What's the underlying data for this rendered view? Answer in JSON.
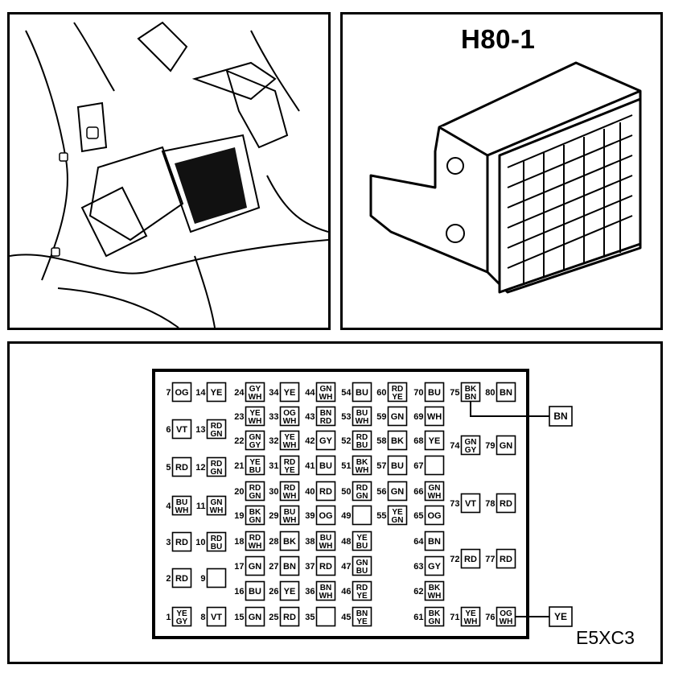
{
  "connector_title": "H80-1",
  "diagram_code": "E5XC3",
  "external_labels": {
    "top": "BN",
    "bottom": "YE"
  },
  "columns": [
    [
      {
        "pin": "7",
        "wire": [
          "OG"
        ]
      },
      {
        "pin": "6",
        "wire": [
          "VT"
        ]
      },
      {
        "pin": "5",
        "wire": [
          "RD"
        ]
      },
      {
        "pin": "4",
        "wire": [
          "BU",
          "WH"
        ]
      },
      {
        "pin": "3",
        "wire": [
          "RD"
        ]
      },
      {
        "pin": "2",
        "wire": [
          "RD"
        ]
      },
      {
        "pin": "1",
        "wire": [
          "YE",
          "GY"
        ]
      }
    ],
    [
      {
        "pin": "14",
        "wire": [
          "YE"
        ]
      },
      {
        "pin": "13",
        "wire": [
          "RD",
          "GN"
        ]
      },
      {
        "pin": "12",
        "wire": [
          "RD",
          "GN"
        ]
      },
      {
        "pin": "11",
        "wire": [
          "GN",
          "WH"
        ]
      },
      {
        "pin": "10",
        "wire": [
          "RD",
          "BU"
        ]
      },
      {
        "pin": "9",
        "wire": []
      },
      {
        "pin": "8",
        "wire": [
          "VT"
        ]
      }
    ],
    [
      {
        "pin": "24",
        "wire": [
          "GY",
          "WH"
        ]
      },
      {
        "pin": "23",
        "wire": [
          "YE",
          "WH"
        ]
      },
      {
        "pin": "22",
        "wire": [
          "GN",
          "GY"
        ]
      },
      {
        "pin": "21",
        "wire": [
          "YE",
          "BU"
        ]
      },
      {
        "pin": "20",
        "wire": [
          "RD",
          "GN"
        ]
      },
      {
        "pin": "19",
        "wire": [
          "BK",
          "GN"
        ]
      },
      {
        "pin": "18",
        "wire": [
          "RD",
          "WH"
        ]
      },
      {
        "pin": "17",
        "wire": [
          "GN"
        ]
      },
      {
        "pin": "16",
        "wire": [
          "BU"
        ]
      },
      {
        "pin": "15",
        "wire": [
          "GN"
        ]
      }
    ],
    [
      {
        "pin": "34",
        "wire": [
          "YE"
        ]
      },
      {
        "pin": "33",
        "wire": [
          "OG",
          "WH"
        ]
      },
      {
        "pin": "32",
        "wire": [
          "YE",
          "WH"
        ]
      },
      {
        "pin": "31",
        "wire": [
          "RD",
          "YE"
        ]
      },
      {
        "pin": "30",
        "wire": [
          "RD",
          "WH"
        ]
      },
      {
        "pin": "29",
        "wire": [
          "BU",
          "WH"
        ]
      },
      {
        "pin": "28",
        "wire": [
          "BK"
        ]
      },
      {
        "pin": "27",
        "wire": [
          "BN"
        ]
      },
      {
        "pin": "26",
        "wire": [
          "YE"
        ]
      },
      {
        "pin": "25",
        "wire": [
          "RD"
        ]
      }
    ],
    [
      {
        "pin": "44",
        "wire": [
          "GN",
          "WH"
        ]
      },
      {
        "pin": "43",
        "wire": [
          "BN",
          "RD"
        ]
      },
      {
        "pin": "42",
        "wire": [
          "GY"
        ]
      },
      {
        "pin": "41",
        "wire": [
          "BU"
        ]
      },
      {
        "pin": "40",
        "wire": [
          "RD"
        ]
      },
      {
        "pin": "39",
        "wire": [
          "OG"
        ]
      },
      {
        "pin": "38",
        "wire": [
          "BU",
          "WH"
        ]
      },
      {
        "pin": "37",
        "wire": [
          "RD"
        ]
      },
      {
        "pin": "36",
        "wire": [
          "BN",
          "WH"
        ]
      },
      {
        "pin": "35",
        "wire": []
      }
    ],
    [
      {
        "pin": "54",
        "wire": [
          "BU"
        ]
      },
      {
        "pin": "53",
        "wire": [
          "BU",
          "WH"
        ]
      },
      {
        "pin": "52",
        "wire": [
          "RD",
          "BU"
        ]
      },
      {
        "pin": "51",
        "wire": [
          "BK",
          "WH"
        ]
      },
      {
        "pin": "50",
        "wire": [
          "RD",
          "GN"
        ]
      },
      {
        "pin": "49",
        "wire": []
      },
      {
        "pin": "48",
        "wire": [
          "YE",
          "BU"
        ]
      },
      {
        "pin": "47",
        "wire": [
          "GN",
          "BU"
        ]
      },
      {
        "pin": "46",
        "wire": [
          "RD",
          "YE"
        ]
      },
      {
        "pin": "45",
        "wire": [
          "BN",
          "YE"
        ]
      }
    ],
    [
      {
        "pin": "60",
        "wire": [
          "RD",
          "YE"
        ]
      },
      {
        "pin": "59",
        "wire": [
          "GN"
        ]
      },
      {
        "pin": "58",
        "wire": [
          "BK"
        ]
      },
      {
        "pin": "57",
        "wire": [
          "BU"
        ]
      },
      {
        "pin": "56",
        "wire": [
          "GN"
        ]
      },
      {
        "pin": "55",
        "wire": [
          "YE",
          "GN"
        ]
      }
    ],
    [
      {
        "pin": "70",
        "wire": [
          "BU"
        ]
      },
      {
        "pin": "69",
        "wire": [
          "WH"
        ]
      },
      {
        "pin": "68",
        "wire": [
          "YE"
        ]
      },
      {
        "pin": "67",
        "wire": []
      },
      {
        "pin": "66",
        "wire": [
          "GN",
          "WH"
        ]
      },
      {
        "pin": "65",
        "wire": [
          "OG"
        ]
      },
      {
        "pin": "64",
        "wire": [
          "BN"
        ]
      },
      {
        "pin": "63",
        "wire": [
          "GY"
        ]
      },
      {
        "pin": "62",
        "wire": [
          "BK",
          "WH"
        ]
      },
      {
        "pin": "61",
        "wire": [
          "BK",
          "GN"
        ]
      }
    ],
    [
      {
        "pin": "75",
        "wire": [
          "BK",
          "BN"
        ]
      },
      {
        "pin": "74",
        "wire": [
          "GN",
          "GY"
        ]
      },
      {
        "pin": "73",
        "wire": [
          "VT"
        ]
      },
      {
        "pin": "72",
        "wire": [
          "RD"
        ]
      },
      {
        "pin": "71",
        "wire": [
          "YE",
          "WH"
        ]
      }
    ],
    [
      {
        "pin": "80",
        "wire": [
          "BN"
        ]
      },
      {
        "pin": "79",
        "wire": [
          "GN"
        ]
      },
      {
        "pin": "78",
        "wire": [
          "RD"
        ]
      },
      {
        "pin": "77",
        "wire": [
          "RD"
        ]
      },
      {
        "pin": "76",
        "wire": [
          "OG",
          "WH"
        ]
      }
    ]
  ]
}
